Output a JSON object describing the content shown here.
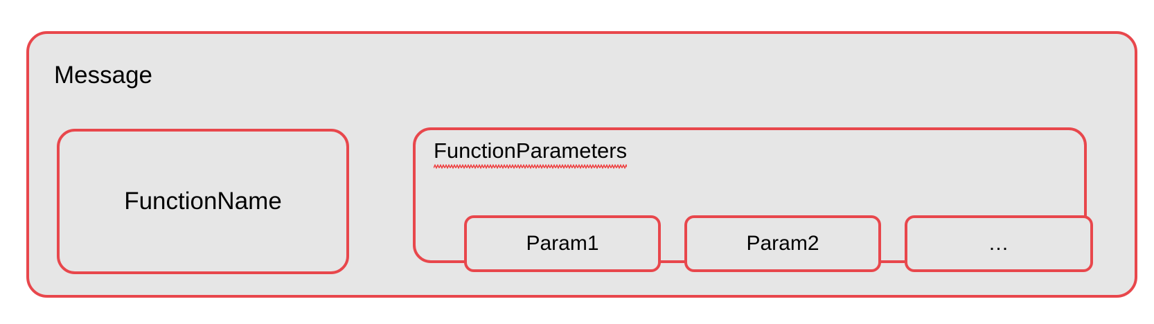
{
  "diagram": {
    "type": "nested-box-diagram",
    "page_background": "#ffffff",
    "box_fill": "#e6e6e6",
    "border_color": "#e8474c",
    "spellcheck_underline_color": "#ee3b3b",
    "outer": {
      "label": "Message"
    },
    "function_name": {
      "label": "FunctionName"
    },
    "function_parameters": {
      "label": "FunctionParameters",
      "has_spellcheck_underline": true,
      "params": [
        {
          "label": "Param1"
        },
        {
          "label": "Param2"
        },
        {
          "label": "…"
        }
      ]
    }
  }
}
